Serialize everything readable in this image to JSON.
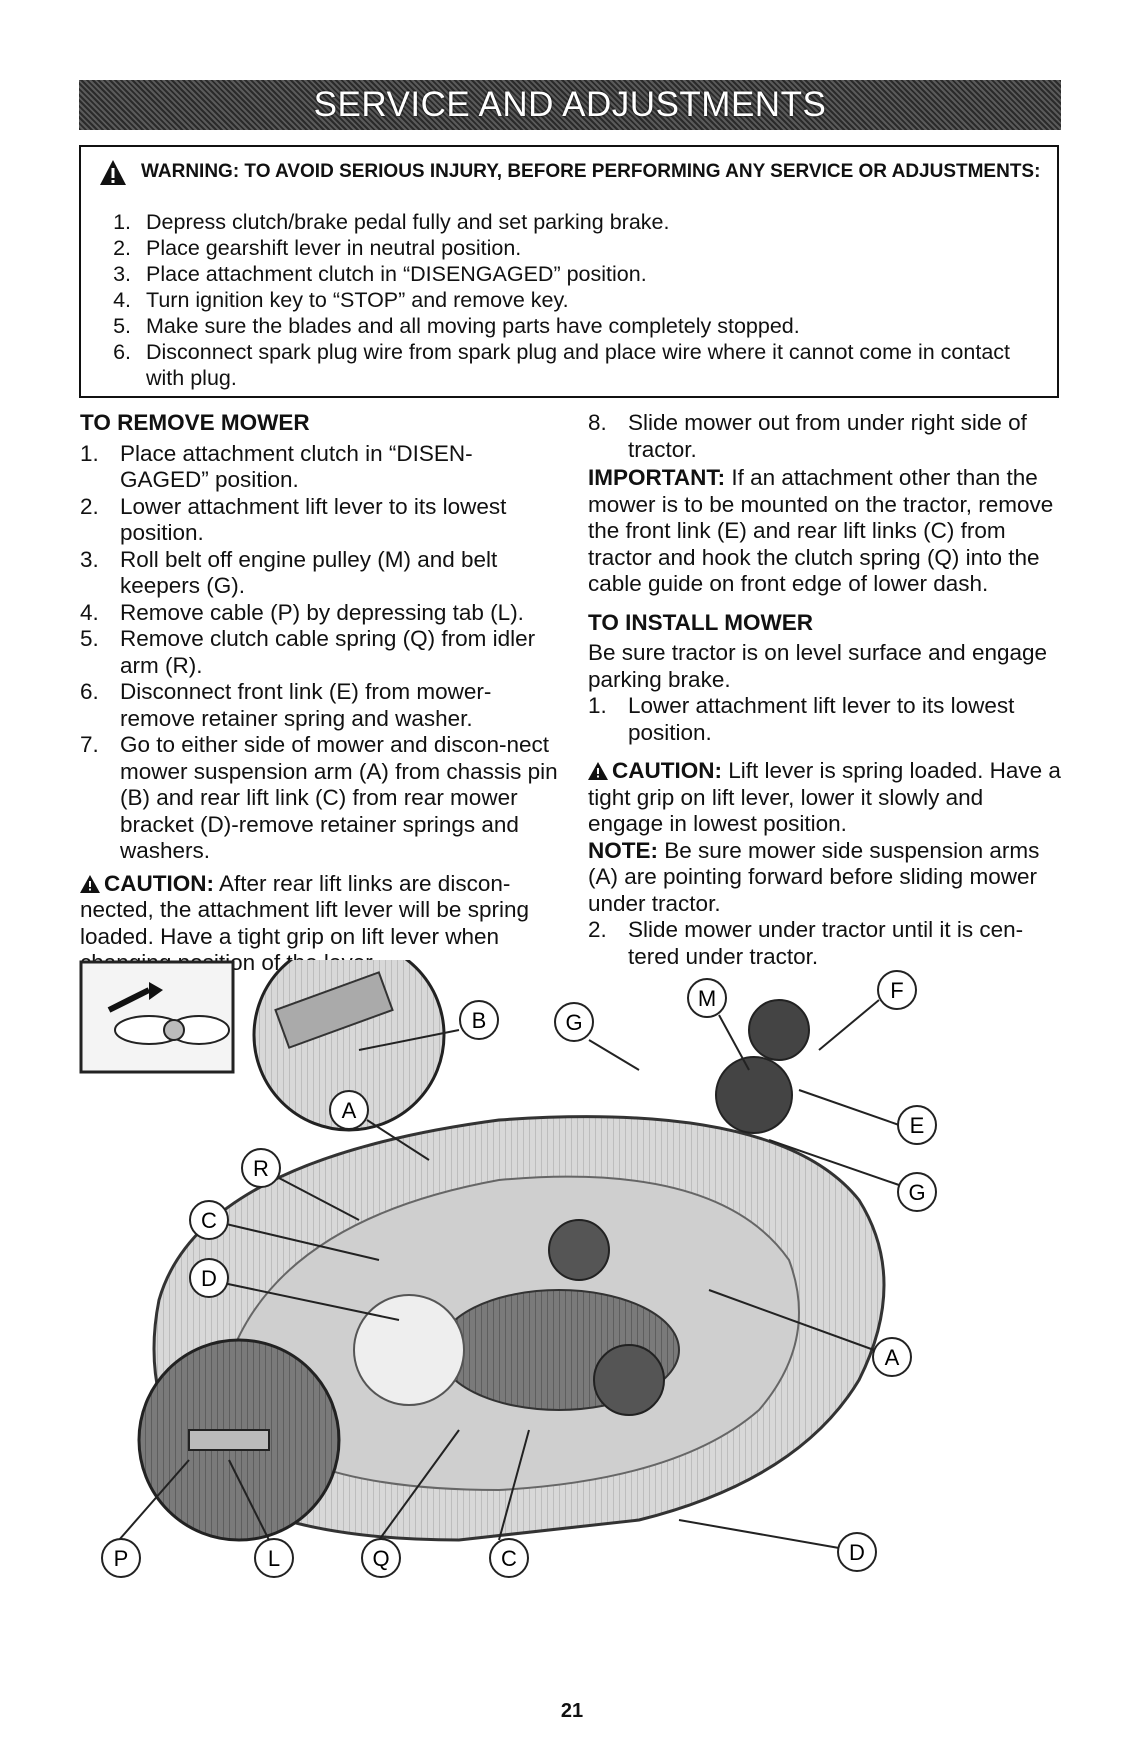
{
  "banner": {
    "title": "SERVICE AND ADJUSTMENTS"
  },
  "warning": {
    "icon": "warning-triangle-icon",
    "heading": "WARNING:  TO AVOID SERIOUS INJURY, BEFORE PERFORMING ANY SERVICE OR ADJUSTMENTS:",
    "items": [
      {
        "num": "1.",
        "text": "Depress clutch/brake pedal fully and set parking brake."
      },
      {
        "num": "2.",
        "text": "Place gearshift lever in neutral position."
      },
      {
        "num": "3.",
        "text": "Place attachment clutch  in “DISENGAGED” position."
      },
      {
        "num": "4.",
        "text": "Turn ignition key to “STOP” and remove key."
      },
      {
        "num": "5.",
        "text": "Make sure the blades and all moving parts have completely stopped."
      },
      {
        "num": "6.",
        "text": "Disconnect spark plug wire from spark plug and place wire where it cannot come in contact with plug."
      }
    ]
  },
  "remove": {
    "heading": "TO REMOVE MOWER",
    "steps": [
      {
        "num": "1.",
        "text": "Place attachment clutch in “DISEN-GAGED” position."
      },
      {
        "num": "2.",
        "text": "Lower attachment lift lever to its lowest position."
      },
      {
        "num": "3.",
        "text": "Roll belt off engine pulley (M) and belt keepers (G)."
      },
      {
        "num": "4.",
        "text": "Remove cable (P) by depressing tab (L)."
      },
      {
        "num": "5.",
        "text": "Remove clutch cable spring (Q) from idler arm (R)."
      },
      {
        "num": "6.",
        "text": "Disconnect front link (E) from mower-remove retainer spring and washer."
      },
      {
        "num": "7.",
        "text": "Go to either side of mower and discon-nect mower suspension arm (A) from chassis pin (B) and rear lift link (C) from rear mower bracket (D)-remove retainer springs and washers."
      }
    ],
    "caution_label": "CAUTION:",
    "caution_text": " After rear lift links are discon-nected, the attachment lift lever will be spring loaded. Have a tight grip on lift lever when changing position of the lever."
  },
  "right": {
    "step8_num": "8.",
    "step8_text": "Slide mower out from under right side of tractor.",
    "important_label": "IMPORTANT:",
    "important_text": " If an attachment other than the mower is to be mounted on the tractor, remove the front link (E) and rear lift links (C) from tractor and hook the clutch spring (Q) into the cable guide on front edge of lower dash.",
    "install_heading": "TO INSTALL MOWER",
    "install_intro": "Be sure tractor is on level surface and engage parking brake.",
    "install_step1_num": "1.",
    "install_step1_text": "Lower attachment lift lever to its lowest position.",
    "caution_label": "CAUTION:",
    "caution_text": " Lift lever is spring loaded. Have a tight grip on lift lever, lower it slowly and engage in lowest position.",
    "note_label": "NOTE:",
    "note_text": " Be sure mower side suspension arms (A) are pointing forward before sliding mower under tractor.",
    "install_step2_num": "2.",
    "install_step2_text": "Slide mower under tractor until it is cen-tered under tractor."
  },
  "diagram": {
    "callouts": [
      "B",
      "G",
      "M",
      "F",
      "E",
      "G",
      "A",
      "R",
      "C",
      "D",
      "A",
      "D",
      "P",
      "L",
      "Q",
      "C"
    ]
  },
  "footer": {
    "page_number": "21"
  }
}
